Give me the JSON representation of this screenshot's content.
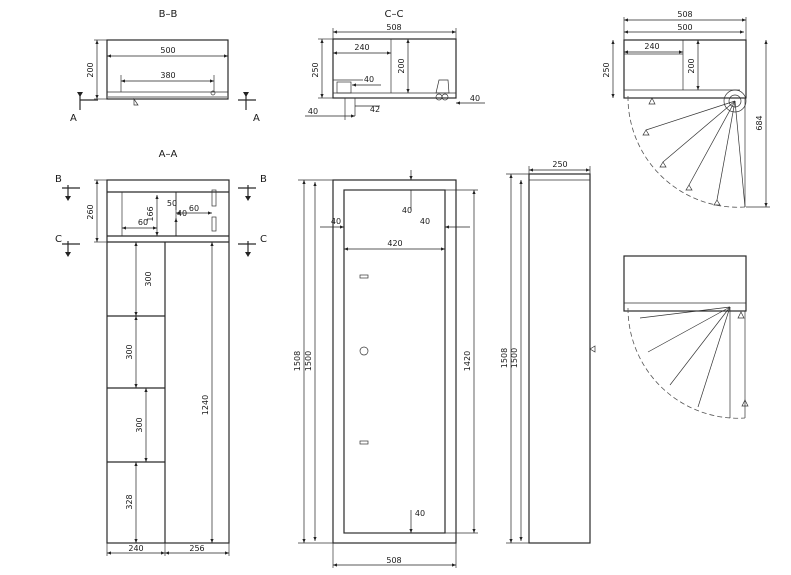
{
  "views": {
    "section_bb": {
      "title": "B–B",
      "dims": [
        "500",
        "200",
        "380"
      ],
      "markers": [
        "A",
        "A"
      ]
    },
    "section_cc": {
      "title": "C–C",
      "dims": [
        "508",
        "240",
        "250",
        "200",
        "40",
        "42",
        "40",
        "40"
      ]
    },
    "section_aa": {
      "title": "A–A",
      "dims": [
        "260",
        "166",
        "60",
        "50",
        "40",
        "60",
        "300",
        "300",
        "300",
        "328",
        "1240",
        "240",
        "256"
      ],
      "markers": [
        "B",
        "B",
        "C",
        "C"
      ]
    },
    "front_view": {
      "dims": [
        "40",
        "40",
        "40",
        "420",
        "1508",
        "1500",
        "1420",
        "40",
        "508"
      ]
    },
    "side_view": {
      "dims": [
        "250",
        "1508",
        "1500"
      ]
    },
    "top_view": {
      "dims": [
        "508",
        "500",
        "240",
        "250",
        "200",
        "684"
      ]
    }
  }
}
